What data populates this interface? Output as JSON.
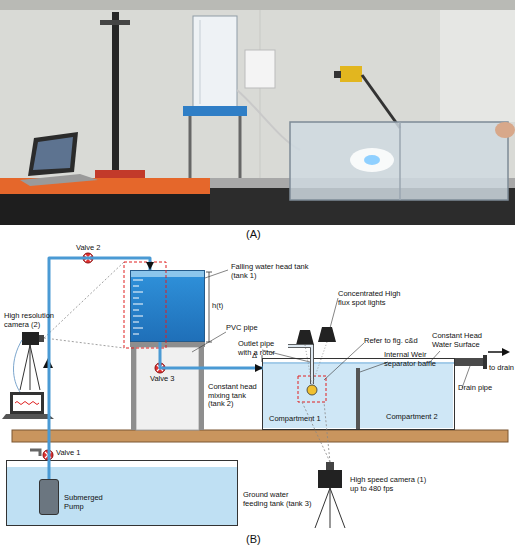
{
  "diagram": {
    "nodes": [
      {
        "text": [
          "Falling water head tank (tank 1)"
        ]
      },
      {
        "text": [
          "Constant head mixing tank (tank 2)"
        ]
      },
      {
        "text": [
          "Compartment 1"
        ],
        "in": 1
      },
      {
        "text": [
          "Compartment 2"
        ],
        "in": 1
      },
      {
        "text": [
          "Ground water feeding tank (tank 3)"
        ]
      },
      {
        "text": [
          "Submerged Pump"
        ],
        "in": 4
      }
    ],
    "edges": [
      {
        "from": 5,
        "to": 0,
        "arrow": "to"
      },
      {
        "from": 0,
        "to": 2,
        "arrow": "to",
        "label": "Valve 3"
      }
    ],
    "labels": [
      "Valve 2",
      "High resolution camera (2)",
      "h(t)",
      "PVC pipe",
      "Concentrated High flux spot lights",
      "Outlet pipe with a rotor",
      "Refer to fig. c&d",
      "Δ",
      "Constant Head Water Surface",
      "Internal Weir separator baffle",
      "to drain",
      "Drain pipe",
      "Valve 1",
      "High speed camera (1) up to 480 fps",
      "(A)",
      "(B)"
    ]
  }
}
